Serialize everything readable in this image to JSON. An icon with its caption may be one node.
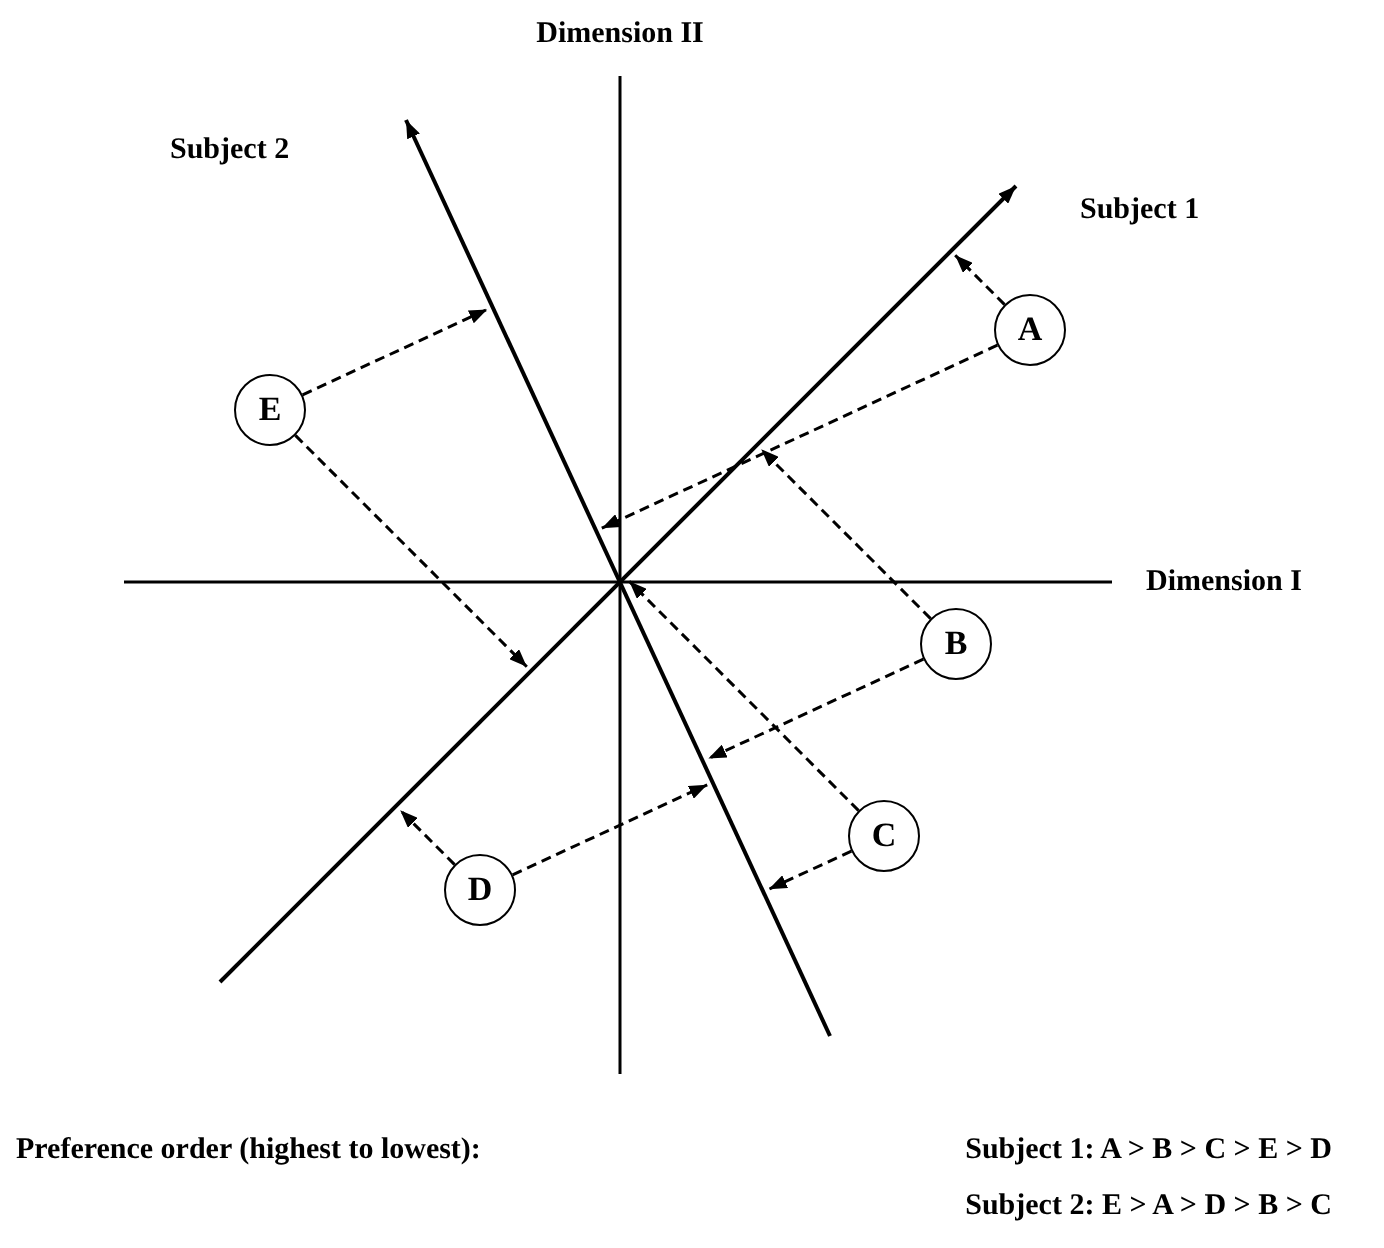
{
  "diagram": {
    "nodes": [
      {
        "text": [
          "A"
        ]
      },
      {
        "text": [
          "E"
        ]
      },
      {
        "text": [
          "B"
        ]
      },
      {
        "text": [
          "C"
        ]
      },
      {
        "text": [
          "D"
        ]
      }
    ],
    "edges": [
      {
        "from": 0,
        "to": null,
        "arrow": "to",
        "style": "dashed"
      },
      {
        "from": 0,
        "to": null,
        "arrow": "to",
        "style": "dashed"
      },
      {
        "from": 1,
        "to": null,
        "arrow": "to",
        "style": "dashed"
      },
      {
        "from": 1,
        "to": null,
        "arrow": "to",
        "style": "dashed"
      },
      {
        "from": 2,
        "to": null,
        "arrow": "to",
        "style": "dashed"
      },
      {
        "from": 2,
        "to": null,
        "arrow": "to",
        "style": "dashed"
      },
      {
        "from": 3,
        "to": null,
        "arrow": "to",
        "style": "dashed"
      },
      {
        "from": 3,
        "to": null,
        "arrow": "to",
        "style": "dashed"
      },
      {
        "from": 4,
        "to": null,
        "arrow": "to",
        "style": "dashed"
      },
      {
        "from": 4,
        "to": null,
        "arrow": "to",
        "style": "dashed"
      }
    ],
    "labels": [
      "Dimension II",
      "Subject 2",
      "Subject 1",
      "Dimension I",
      "Preference order (highest to lowest):",
      "Subject 1: A > B > C > E > D",
      "Subject 2: E > A > D > B > C"
    ]
  }
}
